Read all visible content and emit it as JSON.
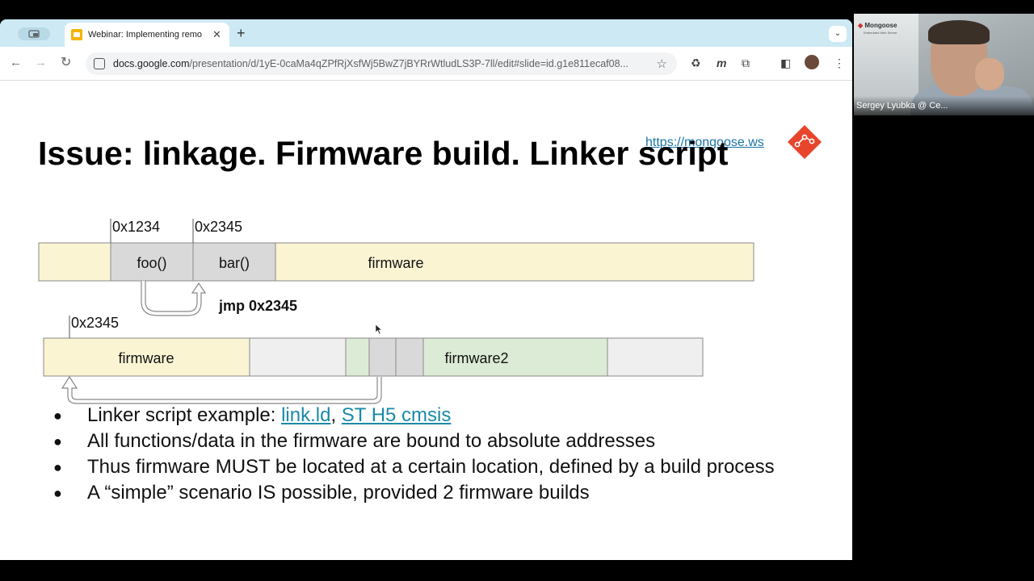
{
  "browser": {
    "tab_title": "Webinar: Implementing remo",
    "url_host": "docs.google.com",
    "url_path": "/presentation/d/1yE-0caMa4qZPfRjXsfWj5BwZ7jBYRrWtludLS3P-7ll/edit#slide=id.g1e811ecaf08..."
  },
  "slide": {
    "title": "Issue: linkage. Firmware build. Linker script",
    "link": "https://mongoose.ws",
    "diagram1": {
      "addr1": "0x1234",
      "addr2": "0x2345",
      "foo": "foo()",
      "bar": "bar()",
      "firmware": "firmware",
      "jmp": "jmp 0x2345"
    },
    "diagram2": {
      "addr": "0x2345",
      "firmware": "firmware",
      "firmware2": "firmware2"
    },
    "bullets": {
      "b1_prefix": "Linker script example: ",
      "b1_link1": "link.ld",
      "b1_sep": ", ",
      "b1_link2": "ST H5 cmsis",
      "b2": "All functions/data in the firmware are bound to absolute addresses",
      "b3": "Thus firmware MUST be located at a certain location, defined by a build process",
      "b4": "A “simple” scenario IS possible, provided 2 firmware builds"
    }
  },
  "video": {
    "participant": "Sergey Lyubka @ Ce...",
    "brand": "Mongoose",
    "brand_sub": "Embedded Web Server"
  },
  "colors": {
    "firmware_fill": "#faf4d3",
    "func_fill": "#d9d9d9",
    "empty_fill": "#efefef",
    "firmware2_fill": "#dcebd5",
    "link": "#1a8aa8",
    "logo": "#e8452c"
  }
}
